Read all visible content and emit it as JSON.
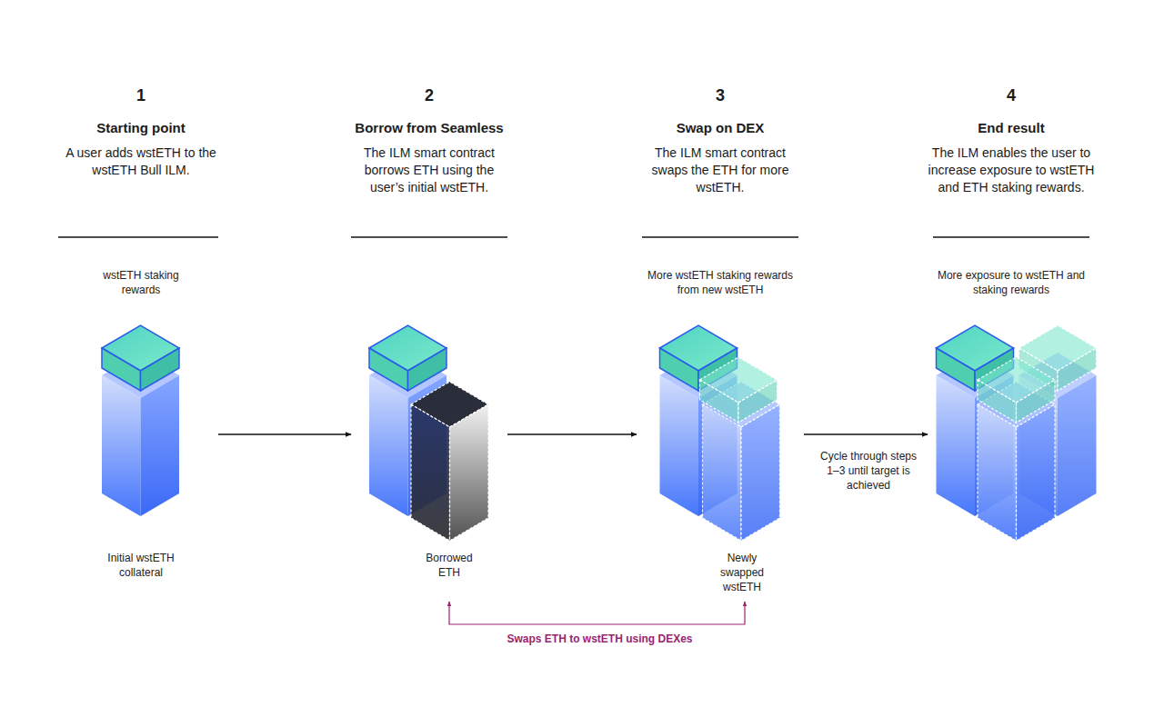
{
  "diagram": {
    "nodes": [
      {
        "text": [
          "wstETH staking rewards",
          "Initial wstETH collateral"
        ]
      },
      {
        "text": [
          "Borrowed ETH"
        ]
      },
      {
        "text": [
          "More wstETH staking rewards from new wstETH",
          "Newly swapped wstETH"
        ]
      },
      {
        "text": [
          "More exposure to wstETH and staking rewards"
        ]
      }
    ],
    "edges": [
      {
        "from": 0,
        "to": 1,
        "arrow": "to"
      },
      {
        "from": 1,
        "to": 2,
        "arrow": "to"
      },
      {
        "from": 2,
        "to": 3,
        "arrow": "to",
        "label": "Cycle through steps 1–3 until target is achieved"
      },
      {
        "from": 1,
        "to": 2,
        "arrow": "both",
        "label": "Swaps ETH to wstETH using DEXes"
      }
    ],
    "labels": [
      "1",
      "Starting point",
      "A user adds wstETH to the wstETH Bull ILM.",
      "2",
      "Borrow from Seamless",
      "The ILM smart contract borrows ETH using the user’s initial wstETH.",
      "3",
      "Swap on DEX",
      "The ILM smart contract swaps the ETH for more wstETH.",
      "4",
      "End result",
      "The ILM enables the user to increase exposure to wstETH and ETH staking rewards."
    ]
  }
}
